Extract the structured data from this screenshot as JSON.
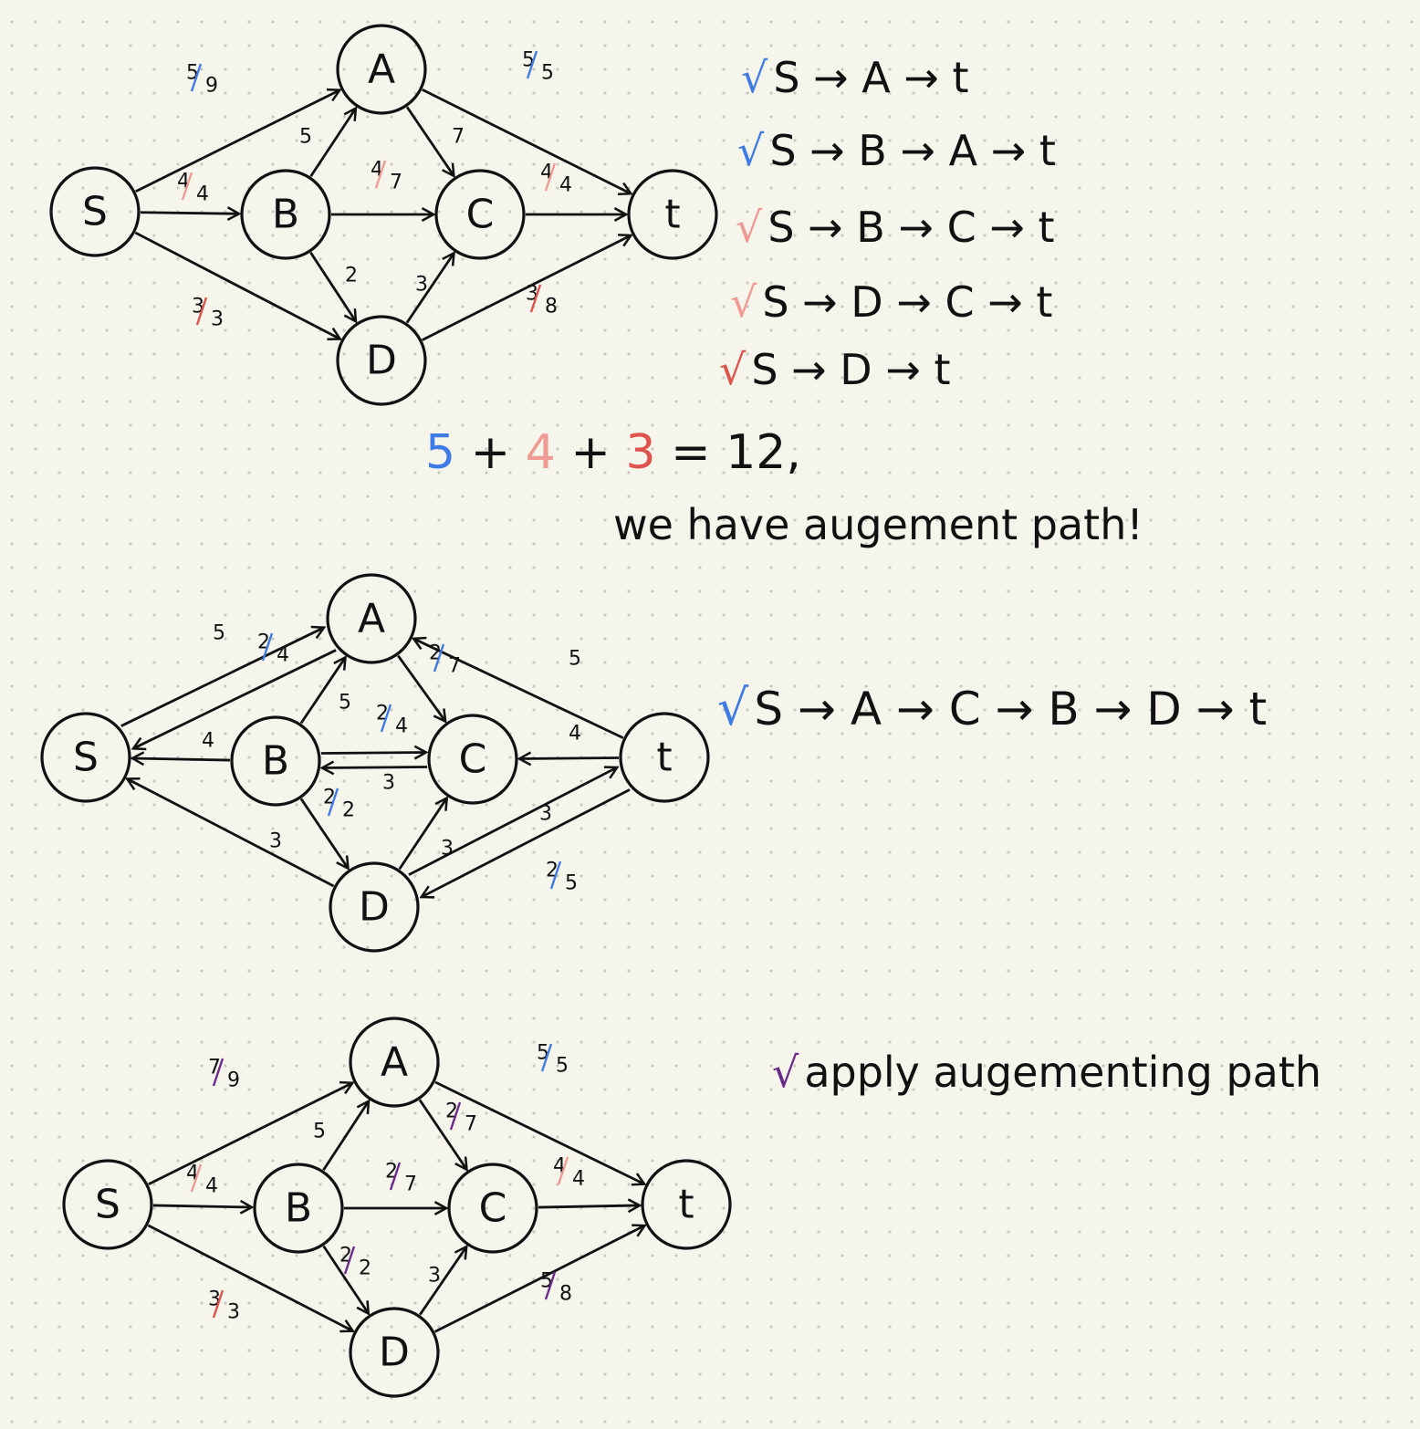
{
  "colors": {
    "ink": "#111111",
    "blue": "#3f7be6",
    "pink": "#ef9a94",
    "red": "#e0524c",
    "purple": "#6a2c8a"
  },
  "graph1": {
    "nodes": {
      "S": "S",
      "A": "A",
      "B": "B",
      "C": "C",
      "D": "D",
      "t": "t"
    },
    "edges": [
      {
        "from": "S",
        "to": "A",
        "flow": "5",
        "cap": "9",
        "color": "blue"
      },
      {
        "from": "S",
        "to": "B",
        "flow": "4",
        "cap": "4",
        "color": "pink"
      },
      {
        "from": "S",
        "to": "D",
        "flow": "3",
        "cap": "3",
        "color": "red"
      },
      {
        "from": "A",
        "to": "t",
        "flow": "5",
        "cap": "5",
        "color": "blue"
      },
      {
        "from": "A",
        "to": "C",
        "flow": "",
        "cap": "7",
        "color": "ink"
      },
      {
        "from": "B",
        "to": "A",
        "flow": "",
        "cap": "5",
        "color": "ink"
      },
      {
        "from": "B",
        "to": "C",
        "flow": "4",
        "cap": "7",
        "color": "pink"
      },
      {
        "from": "B",
        "to": "D",
        "flow": "",
        "cap": "2",
        "color": "ink"
      },
      {
        "from": "C",
        "to": "t",
        "flow": "4",
        "cap": "4",
        "color": "pink"
      },
      {
        "from": "D",
        "to": "C",
        "flow": "",
        "cap": "3",
        "color": "ink"
      },
      {
        "from": "D",
        "to": "t",
        "flow": "3",
        "cap": "8",
        "color": "red"
      }
    ]
  },
  "paths": [
    {
      "check": "√",
      "text": "S → A → t",
      "color": "blue"
    },
    {
      "check": "√",
      "text": "S → B → A → t",
      "color": "blue"
    },
    {
      "check": "√",
      "text": "S → B → C → t",
      "color": "pink"
    },
    {
      "check": "√",
      "text": "S → D → C → t",
      "color": "pink"
    },
    {
      "check": "√",
      "text": "S → D → t",
      "color": "red"
    }
  ],
  "sum": {
    "a": "5",
    "b": "4",
    "c": "3",
    "plus": "+",
    "eq": "=",
    "total": "12",
    "comma": ","
  },
  "augment_note": "we have augement path!",
  "graph2": {
    "nodes": {
      "S": "S",
      "A": "A",
      "B": "B",
      "C": "C",
      "D": "D",
      "t": "t"
    },
    "labels": {
      "A_S": "5",
      "S_A_flow": "2",
      "S_A_cap": "4",
      "B_S": "4",
      "D_S": "3",
      "B_A": "5",
      "A_C_flow": "2",
      "A_C_cap": "7",
      "t_A": "5",
      "C_B_flow": "2",
      "C_B_cap": "4",
      "B_C": "3",
      "t_C": "4",
      "B_D_flow": "2",
      "B_D_cap": "2",
      "D_C": "3",
      "t_D": "3",
      "D_t_flow": "2",
      "D_t_cap": "5"
    }
  },
  "residual_path": {
    "check": "√",
    "text": "S → A → C → B → D → t",
    "color": "blue"
  },
  "graph3": {
    "nodes": {
      "S": "S",
      "A": "A",
      "B": "B",
      "C": "C",
      "D": "D",
      "t": "t"
    },
    "edges": [
      {
        "from": "S",
        "to": "A",
        "flow": "7",
        "cap": "9",
        "color": "purple"
      },
      {
        "from": "S",
        "to": "B",
        "flow": "4",
        "cap": "4",
        "color": "pink"
      },
      {
        "from": "S",
        "to": "D",
        "flow": "3",
        "cap": "3",
        "color": "red"
      },
      {
        "from": "A",
        "to": "t",
        "flow": "5",
        "cap": "5",
        "color": "blue"
      },
      {
        "from": "A",
        "to": "C",
        "flow": "2",
        "cap": "7",
        "color": "purple"
      },
      {
        "from": "B",
        "to": "A",
        "flow": "",
        "cap": "5",
        "color": "ink"
      },
      {
        "from": "B",
        "to": "C",
        "flow": "2",
        "cap": "7",
        "color": "purple"
      },
      {
        "from": "B",
        "to": "D",
        "flow": "2",
        "cap": "2",
        "color": "purple"
      },
      {
        "from": "C",
        "to": "t",
        "flow": "4",
        "cap": "4",
        "color": "pink"
      },
      {
        "from": "D",
        "to": "C",
        "flow": "",
        "cap": "3",
        "color": "ink"
      },
      {
        "from": "D",
        "to": "t",
        "flow": "5",
        "cap": "8",
        "color": "purple"
      }
    ]
  },
  "apply_note": {
    "check": "√",
    "text": "apply augementing path",
    "color": "purple"
  }
}
